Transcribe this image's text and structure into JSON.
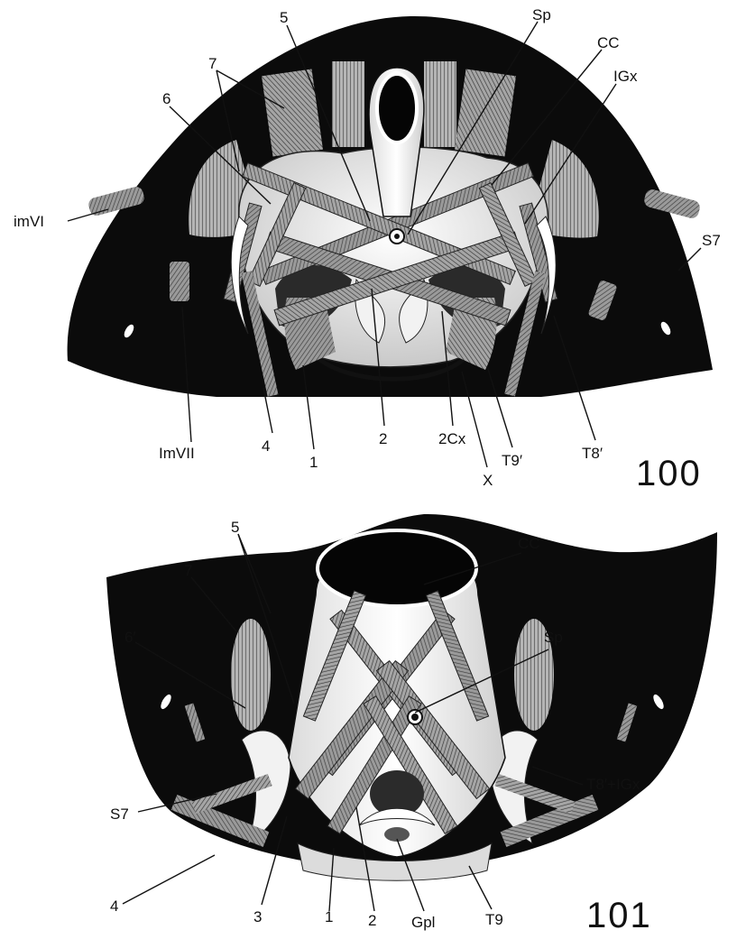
{
  "figure_100": {
    "number": "100",
    "labels": {
      "l5": "5",
      "l7": "7",
      "l6": "6",
      "imvi": "imVI",
      "imvii": "ImVII",
      "l4": "4",
      "l1": "1",
      "l2": "2",
      "l2cx": "2Cx",
      "x": "X",
      "t9p": "T9′",
      "t8p": "T8′",
      "s7": "S7",
      "igx": "IGx",
      "cc": "CC",
      "sp": "Sp"
    }
  },
  "figure_101": {
    "number": "101",
    "labels": {
      "l5": "5",
      "l7": "7",
      "l6p": "6′",
      "s7": "S7",
      "l4": "4",
      "l3": "3",
      "l1": "1",
      "l2": "2",
      "gpi": "Gpl",
      "t9": "T9",
      "t8igx": "T8′+IGx",
      "sp": "Sp",
      "cc": "CC"
    }
  },
  "colors": {
    "background": "#ffffff",
    "body_fill": "#0b0b0b",
    "muscle_fill": "#8a8a8a",
    "sclerite_fill": "#e6e6e6"
  }
}
